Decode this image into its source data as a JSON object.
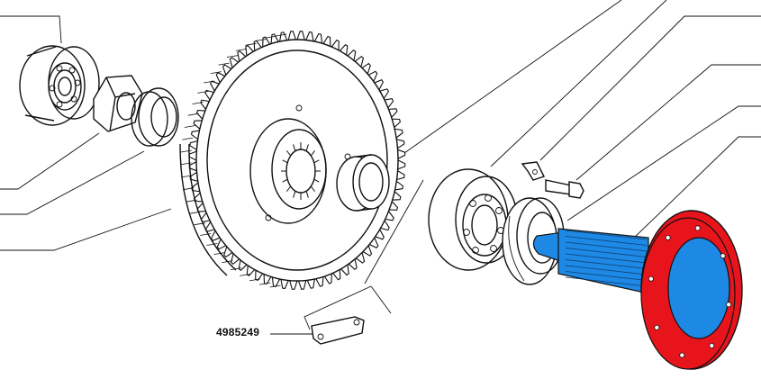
{
  "diagram": {
    "part_labels": [
      {
        "id": "plate",
        "text": "4985249"
      }
    ],
    "colors": {
      "ink": "#111111",
      "flange_highlight": "#e8141c",
      "shaft_highlight": "#1e88e5",
      "background": "#ffffff"
    },
    "components": [
      "left-bearing",
      "hex-nut",
      "thrust-washer",
      "large-spur-gear",
      "spacer-ring",
      "right-bearing",
      "oil-seal",
      "locking-tab",
      "hex-bolt",
      "splined-output-shaft",
      "output-flange",
      "retaining-plate"
    ]
  }
}
